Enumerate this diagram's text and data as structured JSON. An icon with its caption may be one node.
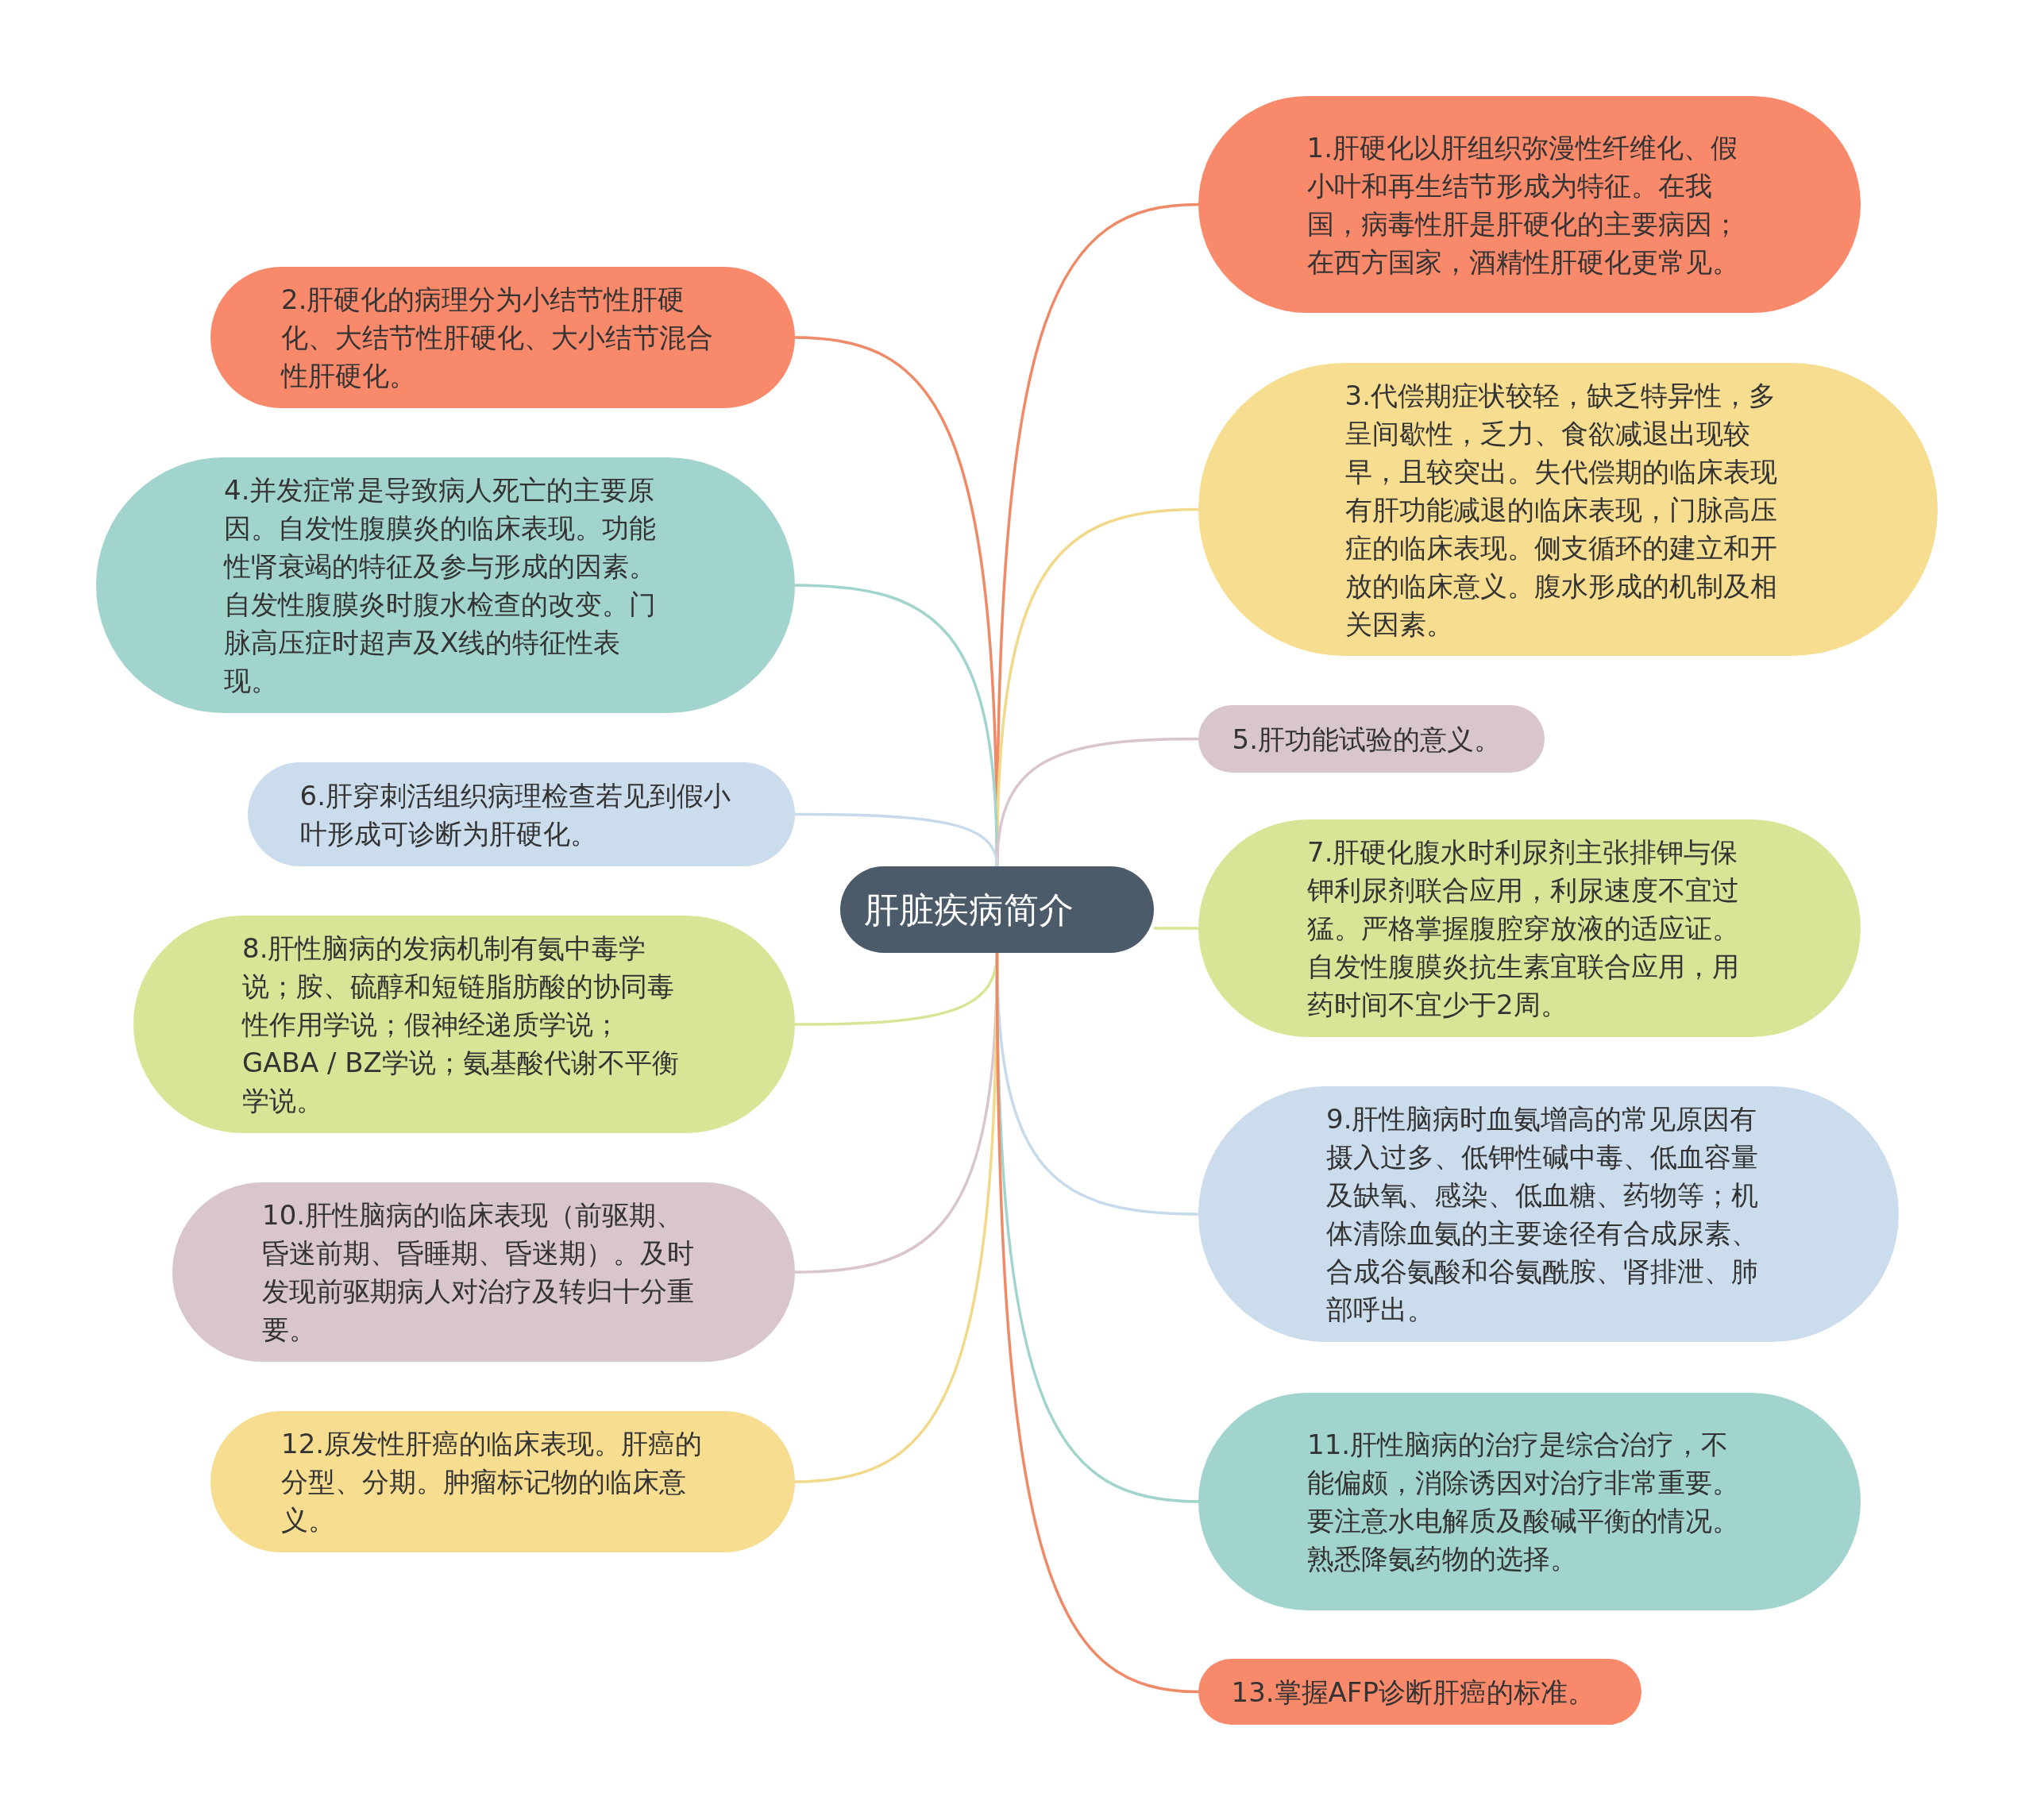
{
  "diagram": {
    "nodes": [
      {
        "text": [
          "肝脏疾病简介"
        ]
      },
      {
        "text": [
          "1.肝硬化以肝组织弥漫性纤维化、假小叶和再生结节形成为特征。在我国，病毒性肝是肝硬化的主要病因；在西方国家，酒精性肝硬化更常见。"
        ]
      },
      {
        "text": [
          "2.肝硬化的病理分为小结节性肝硬化、大结节性肝硬化、大小结节混合性肝硬化。"
        ]
      },
      {
        "text": [
          "3.代偿期症状较轻，缺乏特异性，多呈间歇性，乏力、食欲减退出现较早，且较突出。失代偿期的临床表现有肝功能减退的临床表现，门脉高压症的临床表现。侧支循环的建立和开放的临床意义。腹水形成的机制及相关因素。"
        ]
      },
      {
        "text": [
          "4.并发症常是导致病人死亡的主要原因。自发性腹膜炎的临床表现。功能性肾衰竭的特征及参与形成的因素。自发性腹膜炎时腹水检查的改变。门脉高压症时超声及X线的特征性表现。"
        ]
      },
      {
        "text": [
          "5.肝功能试验的意义。"
        ]
      },
      {
        "text": [
          "6.肝穿刺活组织病理检查若见到假小叶形成可诊断为肝硬化。"
        ]
      },
      {
        "text": [
          "7.肝硬化腹水时利尿剂主张排钾与保钾利尿剂联合应用，利尿速度不宜过猛。严格掌握腹腔穿放液的适应证。自发性腹膜炎抗生素宜联合应用，用药时间不宜少于2周。"
        ]
      },
      {
        "text": [
          "8.肝性脑病的发病机制有氨中毒学说；胺、硫醇和短链脂肪酸的协同毒性作用学说；假神经递质学说；GABA / BZ学说；氨基酸代谢不平衡学说。"
        ]
      },
      {
        "text": [
          "9.肝性脑病时血氨增高的常见原因有摄入过多、低钾性碱中毒、低血容量及缺氧、感染、低血糖、药物等；机体清除血氨的主要途径有合成尿素、合成谷氨酸和谷氨酰胺、肾排泄、肺部呼出。"
        ]
      },
      {
        "text": [
          "10.肝性脑病的临床表现（前驱期、昏迷前期、昏睡期、昏迷期）。及时发现前驱期病人对治疗及转归十分重要。"
        ]
      },
      {
        "text": [
          "11.肝性脑病的治疗是综合治疗，不能偏颇，消除诱因对治疗非常重要。要注意水电解质及酸碱平衡的情况。熟悉降氨药物的选择。"
        ]
      },
      {
        "text": [
          "12.原发性肝癌的临床表现。肝癌的分型、分期。肿瘤标记物的临床意义。"
        ]
      },
      {
        "text": [
          "13.掌握AFP诊断肝癌的标准。"
        ]
      }
    ],
    "edges": [
      {
        "from": 0,
        "to": 1,
        "arrow": "none",
        "color": "#ee8a68"
      },
      {
        "from": 0,
        "to": 2,
        "arrow": "none",
        "color": "#ee8a68"
      },
      {
        "from": 0,
        "to": 3,
        "arrow": "none",
        "color": "#f2d98a"
      },
      {
        "from": 0,
        "to": 4,
        "arrow": "none",
        "color": "#a2d4ce"
      },
      {
        "from": 0,
        "to": 5,
        "arrow": "none",
        "color": "#d8c5ce"
      },
      {
        "from": 0,
        "to": 6,
        "arrow": "none",
        "color": "#c6daec"
      },
      {
        "from": 0,
        "to": 7,
        "arrow": "none",
        "color": "#d8e596"
      },
      {
        "from": 0,
        "to": 8,
        "arrow": "none",
        "color": "#d8e596"
      },
      {
        "from": 0,
        "to": 9,
        "arrow": "none",
        "color": "#c6daec"
      },
      {
        "from": 0,
        "to": 10,
        "arrow": "none",
        "color": "#d8c5ce"
      },
      {
        "from": 0,
        "to": 11,
        "arrow": "none",
        "color": "#a2d4ce"
      },
      {
        "from": 0,
        "to": 12,
        "arrow": "none",
        "color": "#f2d98a"
      },
      {
        "from": 0,
        "to": 13,
        "arrow": "none",
        "color": "#ee8a68"
      }
    ]
  }
}
